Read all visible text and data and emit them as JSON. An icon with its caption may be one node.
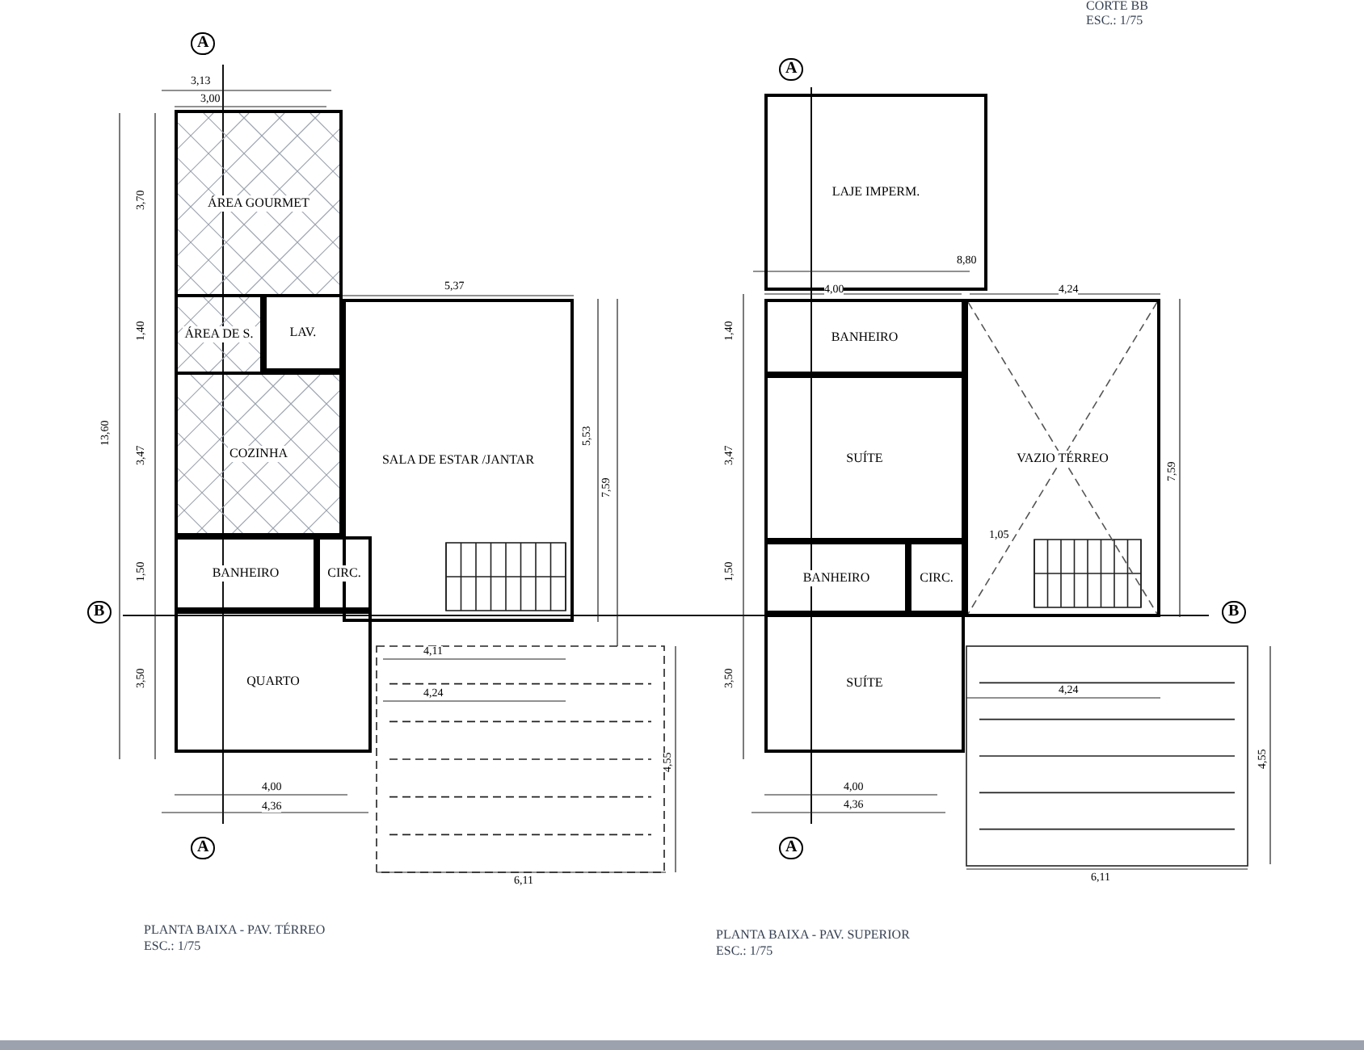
{
  "diagram": {
    "nodes": [
      {
        "text": [
          "ÁREA GOURMET"
        ]
      },
      {
        "text": [
          "ÁREA DE S."
        ]
      },
      {
        "text": [
          "LAV."
        ]
      },
      {
        "text": [
          "COZINHA"
        ]
      },
      {
        "text": [
          "SALA DE ESTAR /JANTAR"
        ]
      },
      {
        "text": [
          "BANHEIRO"
        ]
      },
      {
        "text": [
          "CIRC."
        ]
      },
      {
        "text": [
          "QUARTO"
        ]
      },
      {
        "text": [
          "LAJE IMPERM."
        ]
      },
      {
        "text": [
          "BANHEIRO"
        ]
      },
      {
        "text": [
          "SUÍTE"
        ]
      },
      {
        "text": [
          "VAZIO TÉRREO"
        ]
      },
      {
        "text": [
          "BANHEIRO"
        ]
      },
      {
        "text": [
          "CIRC."
        ]
      },
      {
        "text": [
          "SUÍTE"
        ]
      }
    ],
    "labels": [
      "CORTE BB",
      "ESC.: 1/75",
      "A",
      "A",
      "3,13",
      "3,00",
      "5,37",
      "13,60",
      "3,70",
      "1,40",
      "3,47",
      "1,50",
      "3,50",
      "5,53",
      "7,59",
      "B",
      "4,11",
      "4,24",
      "4,55",
      "4,00",
      "4,36",
      "6,11",
      "A",
      "PLANTA BAIXA - PAV. TÉRREO",
      "ESC.: 1/75",
      "8,80",
      "4,00",
      "4,24",
      "1,40",
      "3,47",
      "7,59",
      "1,05",
      "1,50",
      "B",
      "4,24",
      "3,50",
      "4,55",
      "4,00",
      "4,36",
      "6,11",
      "A",
      "PLANTA BAIXA - PAV. SUPERIOR",
      "ESC.: 1/75"
    ]
  }
}
